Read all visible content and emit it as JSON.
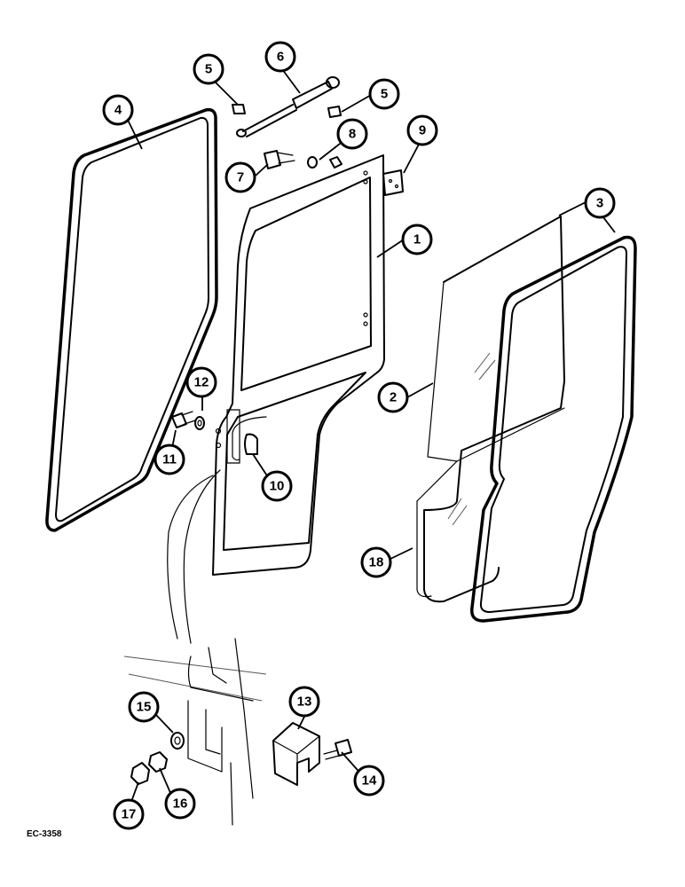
{
  "figure_code": "EC-3358",
  "callouts": [
    "1",
    "2",
    "3",
    "4",
    "5",
    "5",
    "6",
    "7",
    "8",
    "9",
    "10",
    "11",
    "12",
    "13",
    "14",
    "15",
    "16",
    "17",
    "18"
  ],
  "colors": {
    "line": "#000000",
    "background": "#ffffff"
  }
}
